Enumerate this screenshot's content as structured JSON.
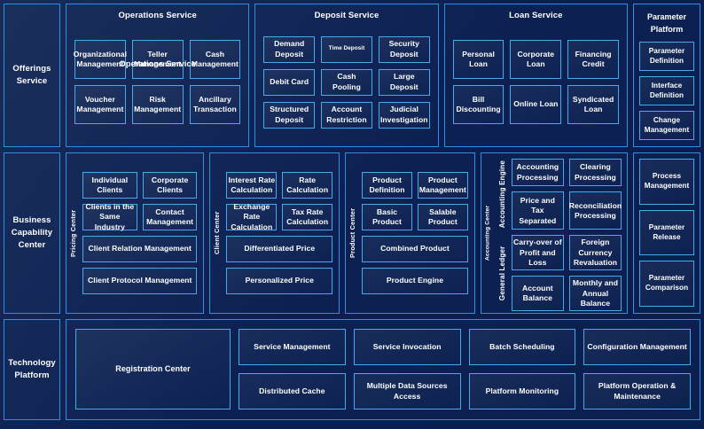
{
  "rows": {
    "offerings": {
      "spine_label": "Offerings\nService",
      "groups": [
        {
          "title": "Operations Service",
          "ghost_title": "Operations Service",
          "items": [
            "Organizational\nManagement",
            "Teller\nManagement",
            "Cash\nManagement",
            "Voucher\nManagement",
            "Risk\nManagement",
            "Ancillary\nTransaction"
          ]
        },
        {
          "title": "Deposit Service",
          "items": [
            "Demand\nDeposit",
            "Time Deposit",
            "Security\nDeposit",
            "Debit Card",
            "Cash Pooling",
            "Large\nDeposit",
            "Structured\nDeposit",
            "Account\nRestriction",
            "Judicial\nInvestigation"
          ]
        },
        {
          "title": "Loan Service",
          "items": [
            "Personal Loan",
            "Corporate\nLoan",
            "Financing\nCredit",
            "Bill Discounting",
            "Online Loan",
            "Syndicated\nLoan"
          ]
        }
      ]
    },
    "business": {
      "spine_label": "Business\nCapability\nCenter",
      "centers": [
        {
          "vlabel": "Pricing Center",
          "pairs": [
            [
              "Individual Clients",
              "Corporate\nClients"
            ],
            [
              "Clients in the\nSame Industry",
              "Contact\nManagement"
            ]
          ],
          "wide": [
            "Client Relation Management",
            "Client Protocol Management"
          ]
        },
        {
          "vlabel": "Client Center",
          "pairs": [
            [
              "Interest Rate\nCalculation",
              "Rate\nCalculation"
            ],
            [
              "Exchange Rate\nCalculation",
              "Tax Rate\nCalculation"
            ]
          ],
          "wide": [
            "Differentiated Price",
            "Personalized Price"
          ]
        },
        {
          "vlabel": "Product Center",
          "pairs": [
            [
              "Product\nDefinition",
              "Product\nManagement"
            ],
            [
              "Basic Product",
              "Salable Product"
            ]
          ],
          "wide": [
            "Combined Product",
            "Product Engine"
          ]
        }
      ],
      "accounting": {
        "outer_label": "Accounting Center",
        "subs": [
          {
            "label": "Accounting Engine",
            "items": [
              "Accounting\nProcessing",
              "Clearing\nProcessing",
              "Price and Tax\nSeparated",
              "Reconciliation\nProcessing"
            ]
          },
          {
            "label": "General  Ledger",
            "items": [
              "Carry-over of\nProfit and Loss",
              "Foreign\nCurrency\nRevaluation",
              "Account\nBalance",
              "Monthly and\nAnnual\nBalance"
            ]
          }
        ]
      }
    },
    "technology": {
      "spine_label": "Technology\nPlatform",
      "registration": "Registration Center",
      "items": [
        "Service Management",
        "Service Invocation",
        "Batch Scheduling",
        "Configuration Management",
        "Distributed Cache",
        "Multiple Data Sources Access",
        "Platform Monitoring",
        "Platform Operation & Maintenance"
      ]
    }
  },
  "rail": {
    "title": "Parameter\nPlatform",
    "items": [
      "Parameter\nDefinition",
      "Interface\nDefinition",
      "Change\nManagement",
      "Process\nManagement",
      "Parameter\nRelease",
      "Parameter\nComparison"
    ]
  },
  "colors": {
    "background": "#0a1f50",
    "group_border": "#2e8fe0",
    "box_border": "#4aa8ef",
    "text": "#ffffff"
  }
}
